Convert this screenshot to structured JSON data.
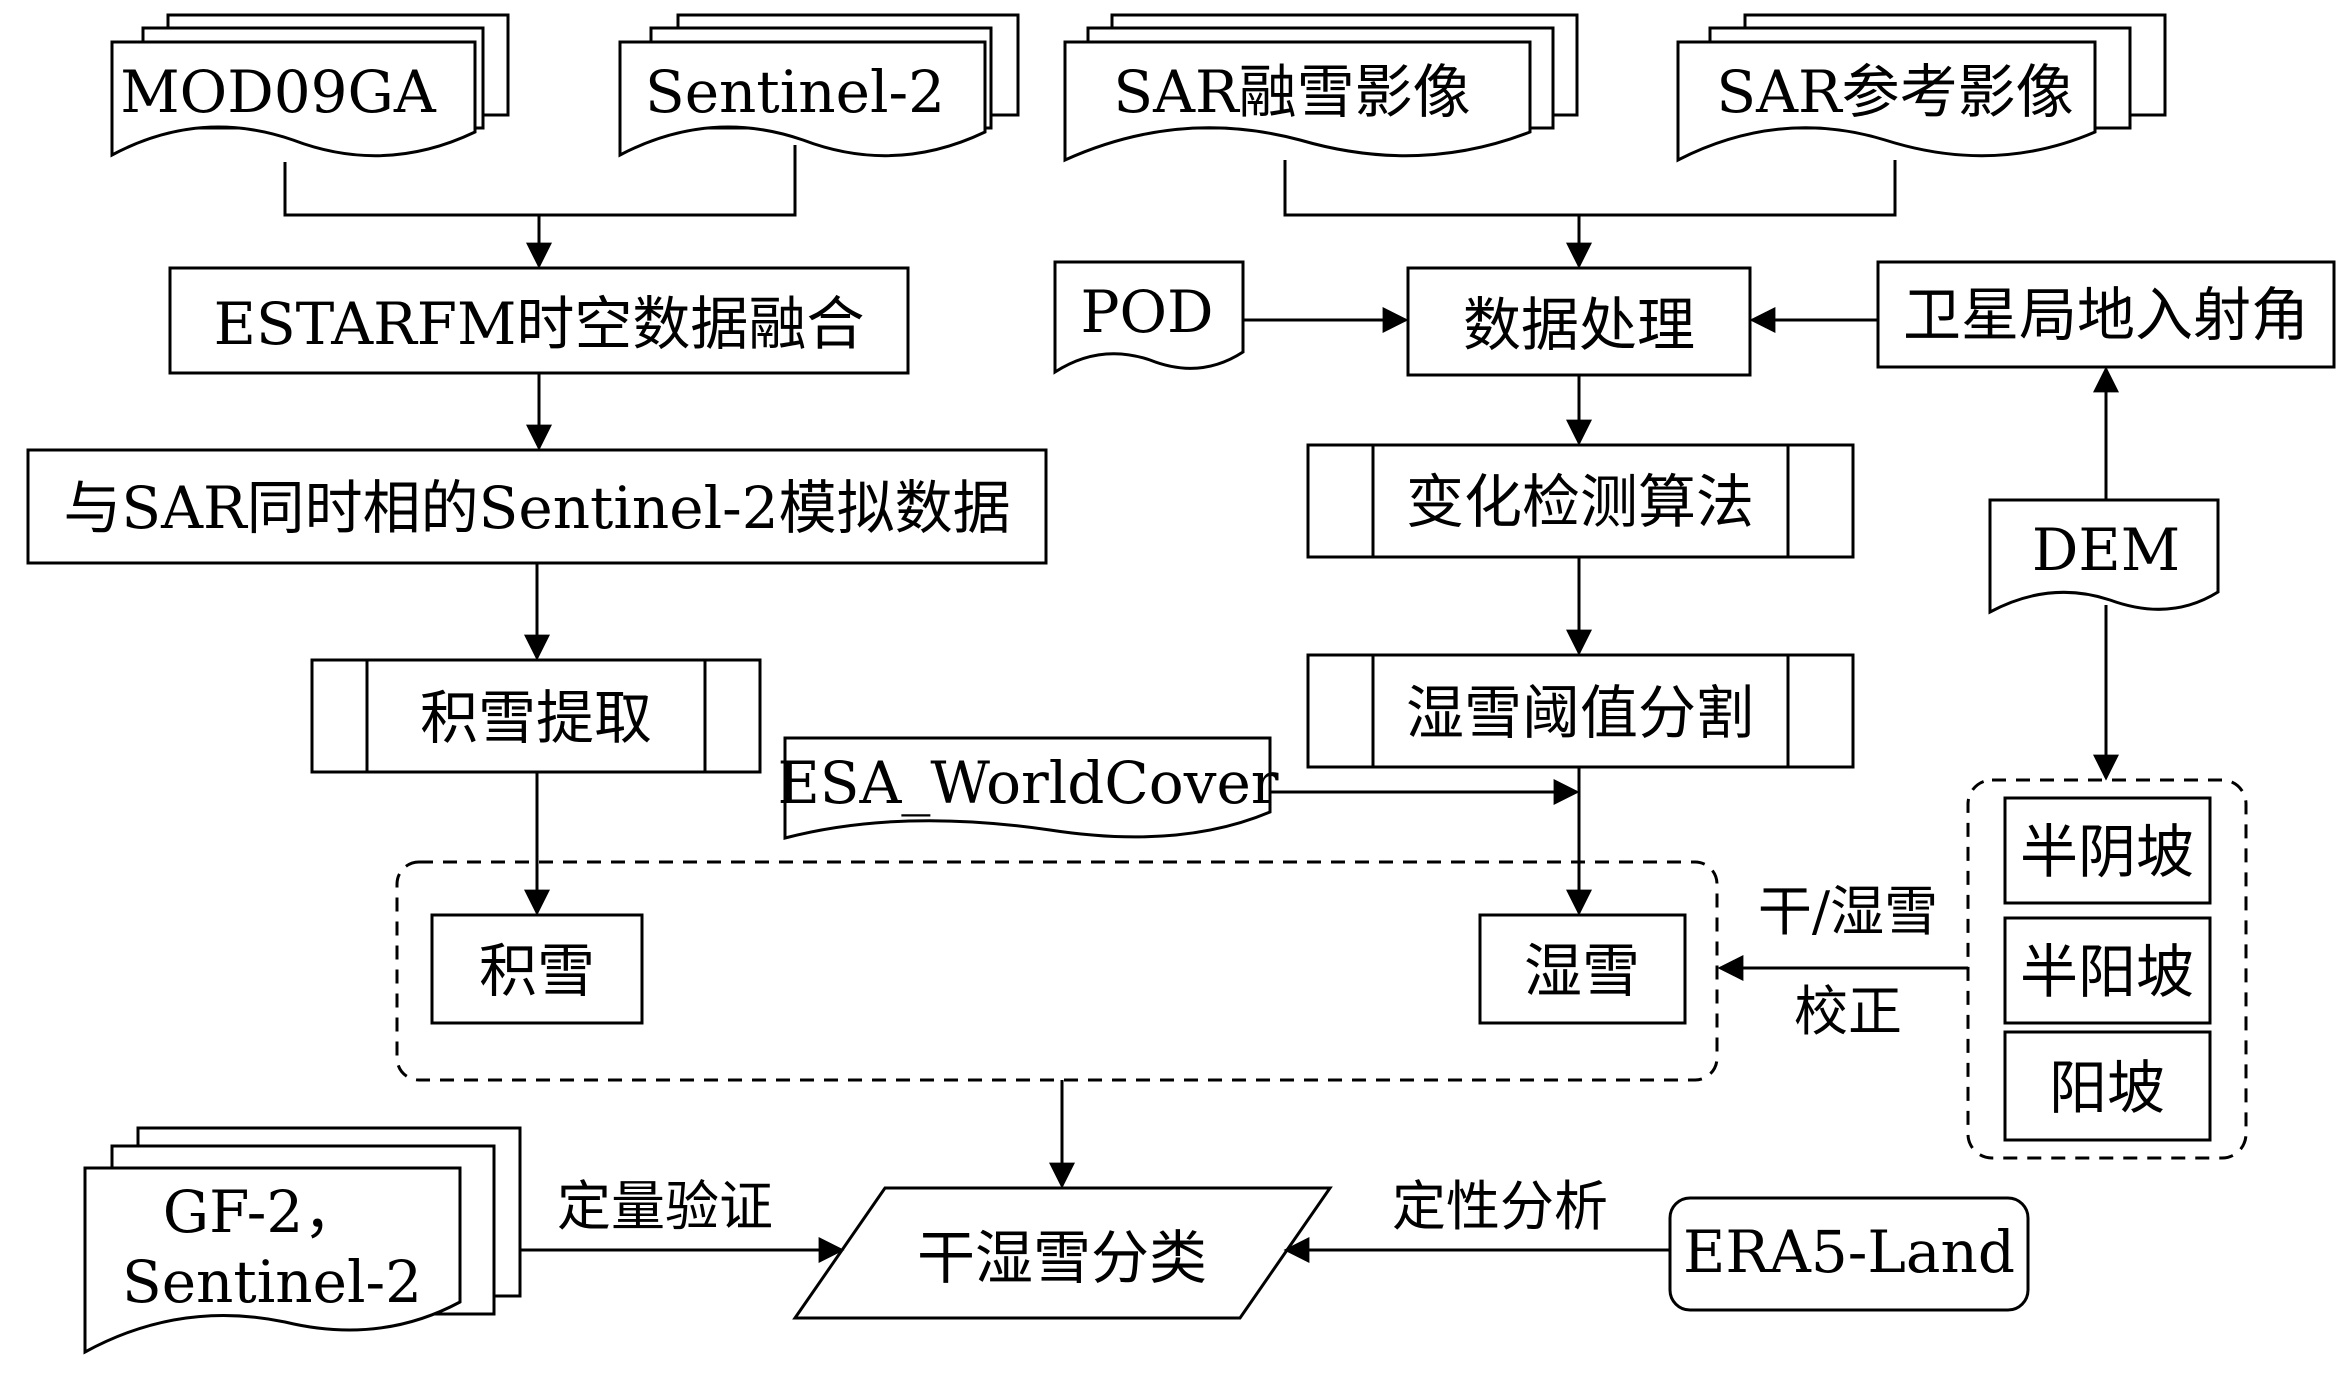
{
  "nodes": {
    "mod09ga": "MOD09GA",
    "sentinel2_top": "Sentinel-2",
    "sar_melt": "SAR融雪影像",
    "sar_ref": "SAR参考影像",
    "estarfm": "ESTARFM时空数据融合",
    "pod": "POD",
    "data_processing": "数据处理",
    "incidence_angle": "卫星局地入射角",
    "sim_data": "与SAR同时相的Sentinel-2模拟数据",
    "change_detection": "变化检测算法",
    "dem": "DEM",
    "snow_extract": "积雪提取",
    "wet_threshold": "湿雪阈值分割",
    "esa_worldcover": "ESA_WorldCover",
    "snow": "积雪",
    "wet_snow": "湿雪",
    "semi_shady": "半阴坡",
    "semi_sunny": "半阳坡",
    "sunny": "阳坡",
    "gf2_line1": "GF-2，",
    "gf2_line2": "Sentinel-2",
    "classification": "干湿雪分类",
    "era5": "ERA5-Land"
  },
  "edge_labels": {
    "correction_line1": "干/湿雪",
    "correction_line2": "校正",
    "quant_validation": "定量验证",
    "qual_analysis": "定性分析"
  }
}
